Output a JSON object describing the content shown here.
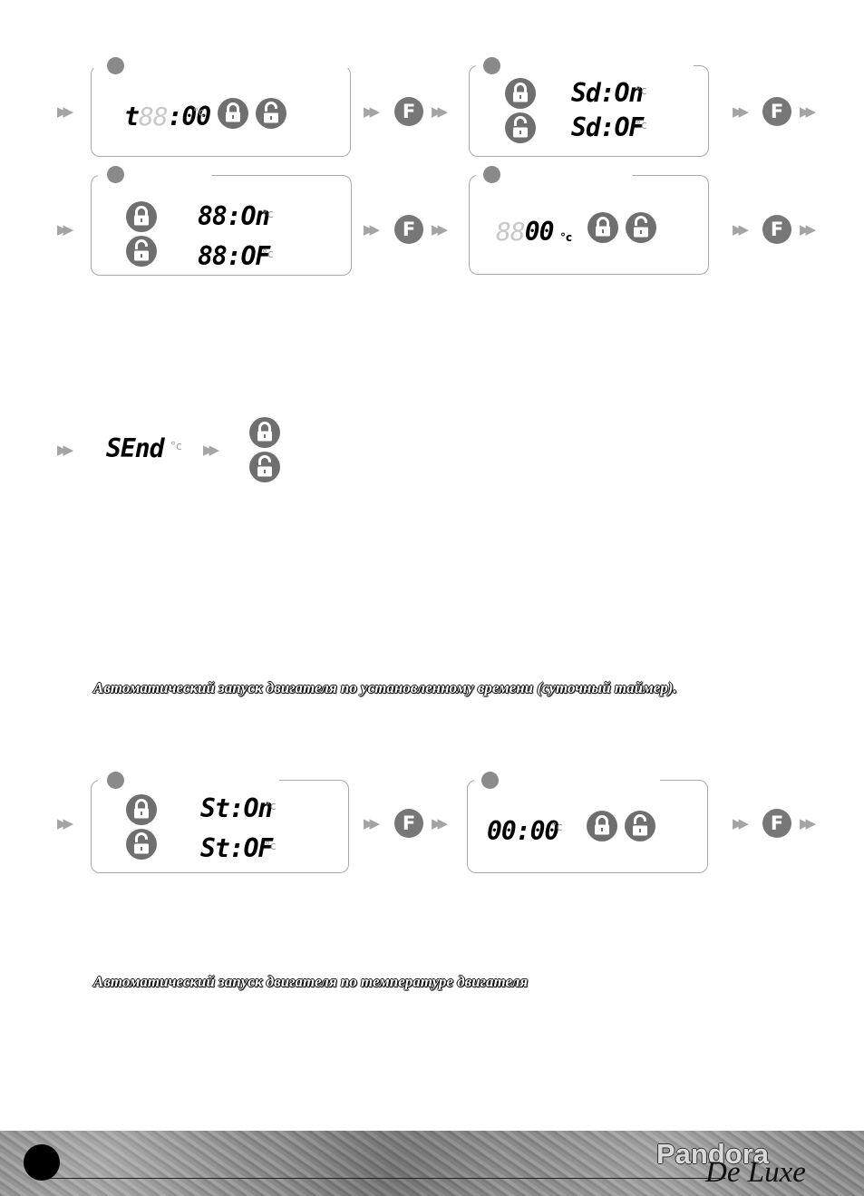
{
  "icons": {
    "arrow": "double-chevron-right-icon",
    "f_button": "F",
    "lock_closed": "lock-closed-icon",
    "lock_open": "lock-open-icon"
  },
  "diagram1": {
    "p1_lcd_main": "t",
    "p1_lcd_ghost": "88",
    "p1_lcd_time": ":00",
    "p2_lcd_top": "Sd:On",
    "p2_lcd_bottom": "Sd:OF",
    "p3_lcd_top": "88:On",
    "p3_lcd_bottom": "88:OF",
    "p4_lcd_ghost": "88",
    "p4_lcd_main": "00",
    "p4_unit": "°c"
  },
  "send": {
    "lcd": "SEnd"
  },
  "heading1": "Автоматический запуск двигателя по установленному времени (суточный таймер).",
  "diagram2": {
    "p1_lcd_top": "St:On",
    "p1_lcd_bottom": "St:OF",
    "p2_lcd": "00:00"
  },
  "heading2": "Автоматический запуск двигателя по температуре двигателя",
  "footer": {
    "logo_main": "Pandora",
    "logo_sub": "De Luxe"
  },
  "colors": {
    "panel_border": "#a9a9a9",
    "button_fill": "#6f6f6f",
    "arrow": "#a4a4a4"
  }
}
